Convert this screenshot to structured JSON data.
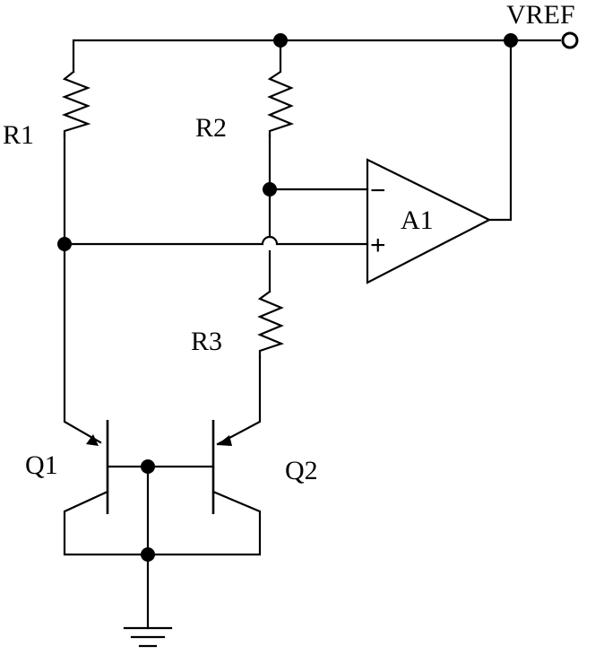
{
  "labels": {
    "vref": "VREF",
    "r1": "R1",
    "r2": "R2",
    "r3": "R3",
    "a1": "A1",
    "q1": "Q1",
    "q2": "Q2",
    "minus": "−",
    "plus": "+"
  }
}
